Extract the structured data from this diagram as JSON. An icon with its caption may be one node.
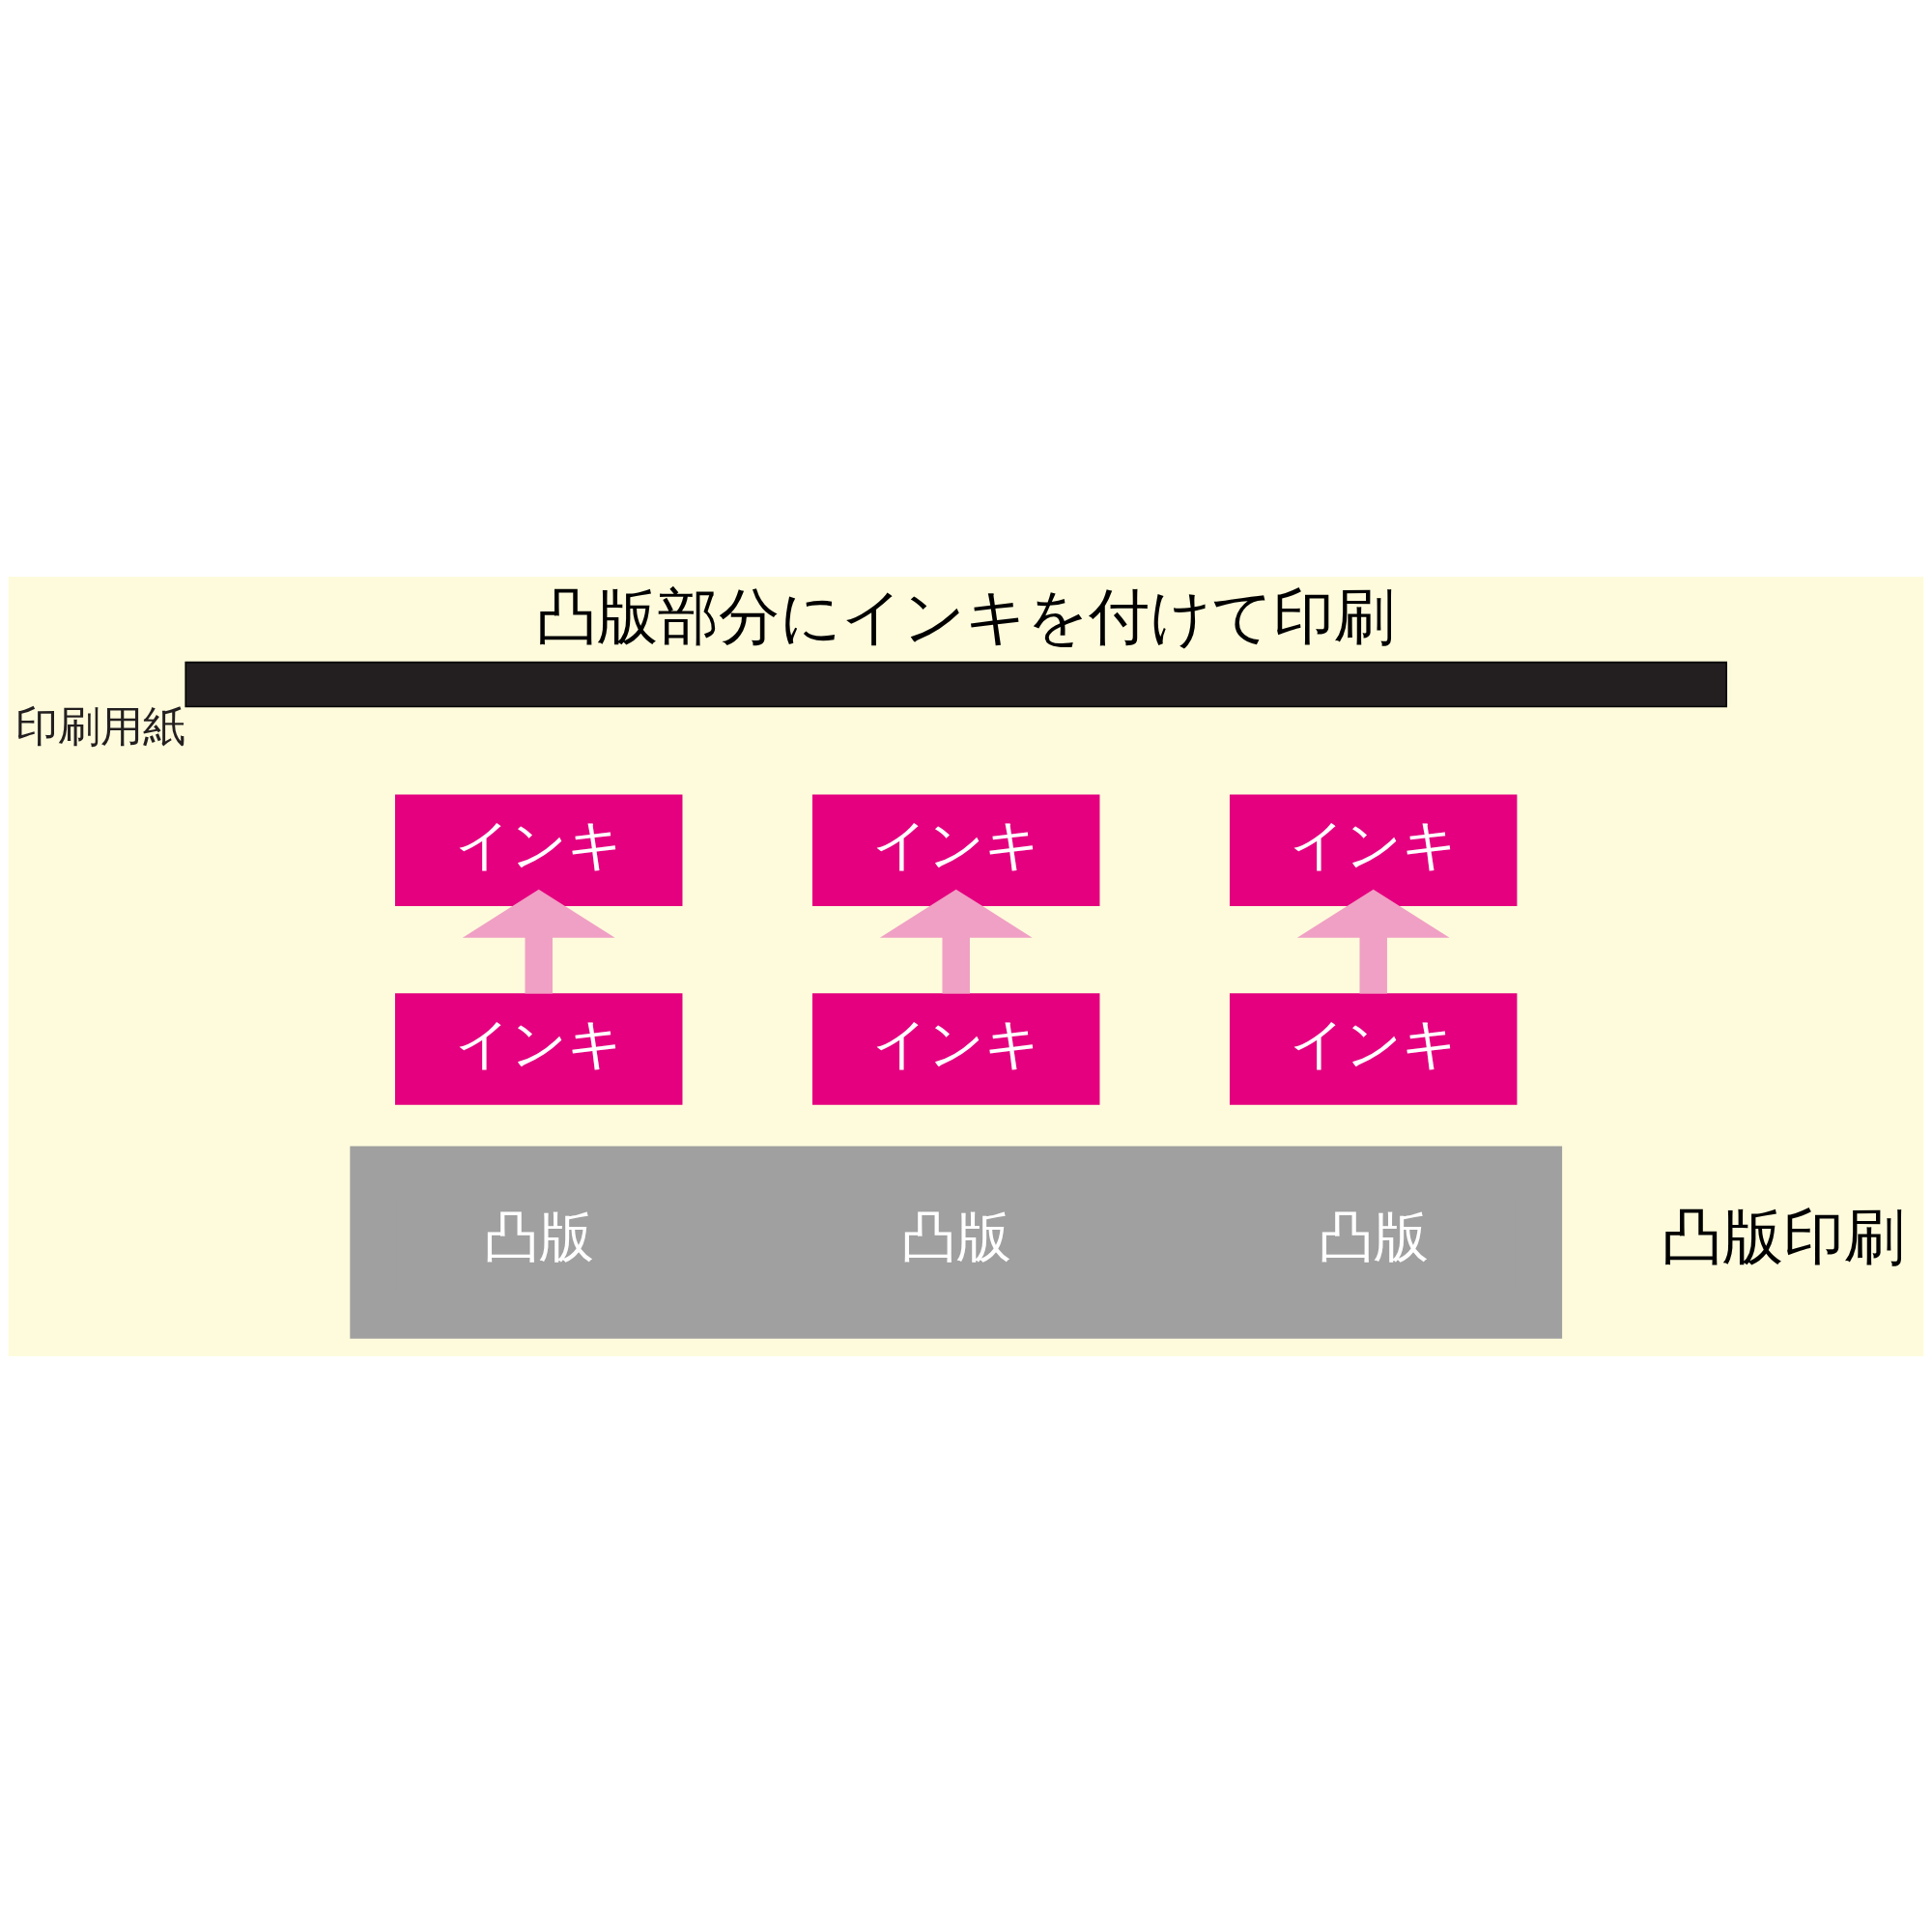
{
  "diagram": {
    "title": "凸版部分にインキを付けて印刷",
    "caption": "凸版印刷",
    "nodes": [
      {
        "text": [
          "印刷用紙"
        ]
      },
      {
        "text": [
          "インキ"
        ]
      },
      {
        "text": [
          "インキ"
        ]
      },
      {
        "text": [
          "インキ"
        ]
      },
      {
        "text": [
          "インキ"
        ]
      },
      {
        "text": [
          "インキ"
        ]
      },
      {
        "text": [
          "インキ"
        ]
      },
      {
        "text": [],
        "shape": "box"
      },
      {
        "text": [
          "凸版"
        ],
        "in": 7
      },
      {
        "text": [
          "凸版"
        ],
        "in": 7
      },
      {
        "text": [
          "凸版"
        ],
        "in": 7
      }
    ],
    "edges": [
      {
        "from": 4,
        "to": 1,
        "arrow": "to"
      },
      {
        "from": 5,
        "to": 2,
        "arrow": "to"
      },
      {
        "from": 6,
        "to": 3,
        "arrow": "to"
      }
    ]
  }
}
